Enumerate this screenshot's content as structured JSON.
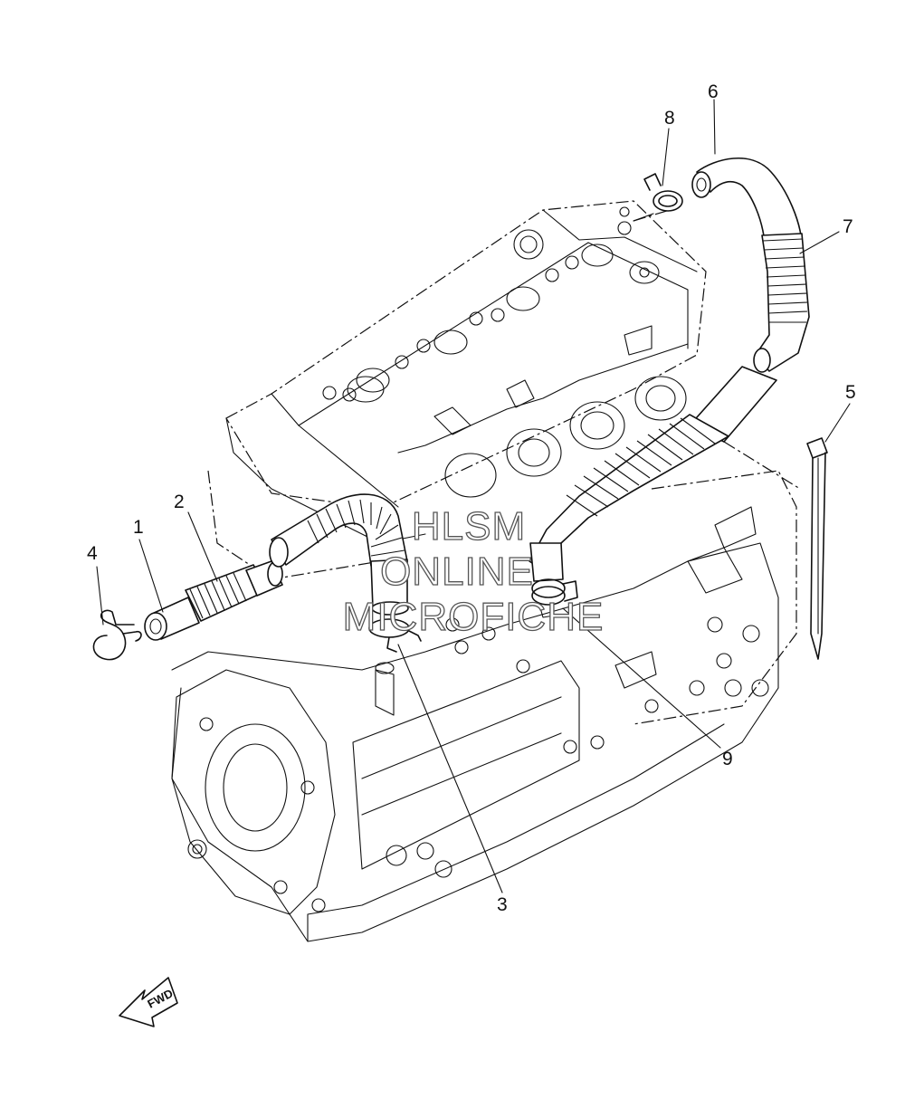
{
  "diagram": {
    "callouts": [
      "1",
      "2",
      "3",
      "4",
      "5",
      "6",
      "7",
      "8",
      "9"
    ],
    "watermark": [
      "HLSM",
      "ONLINE",
      "MICROFICHE"
    ],
    "direction_arrow": "FWD"
  }
}
